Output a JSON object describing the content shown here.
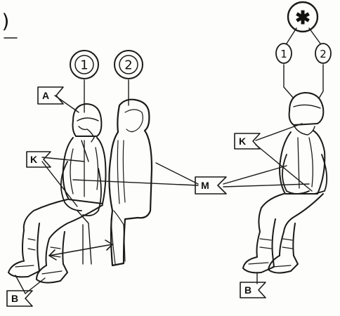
{
  "callouts": {
    "one": "1",
    "two": "2",
    "star": "✱",
    "right_one": "1",
    "right_two": "2",
    "a": "A",
    "k_left": "K",
    "k_right": "K",
    "m": "M",
    "b_left": "B",
    "b_right": "B"
  },
  "corner_mark": ")"
}
